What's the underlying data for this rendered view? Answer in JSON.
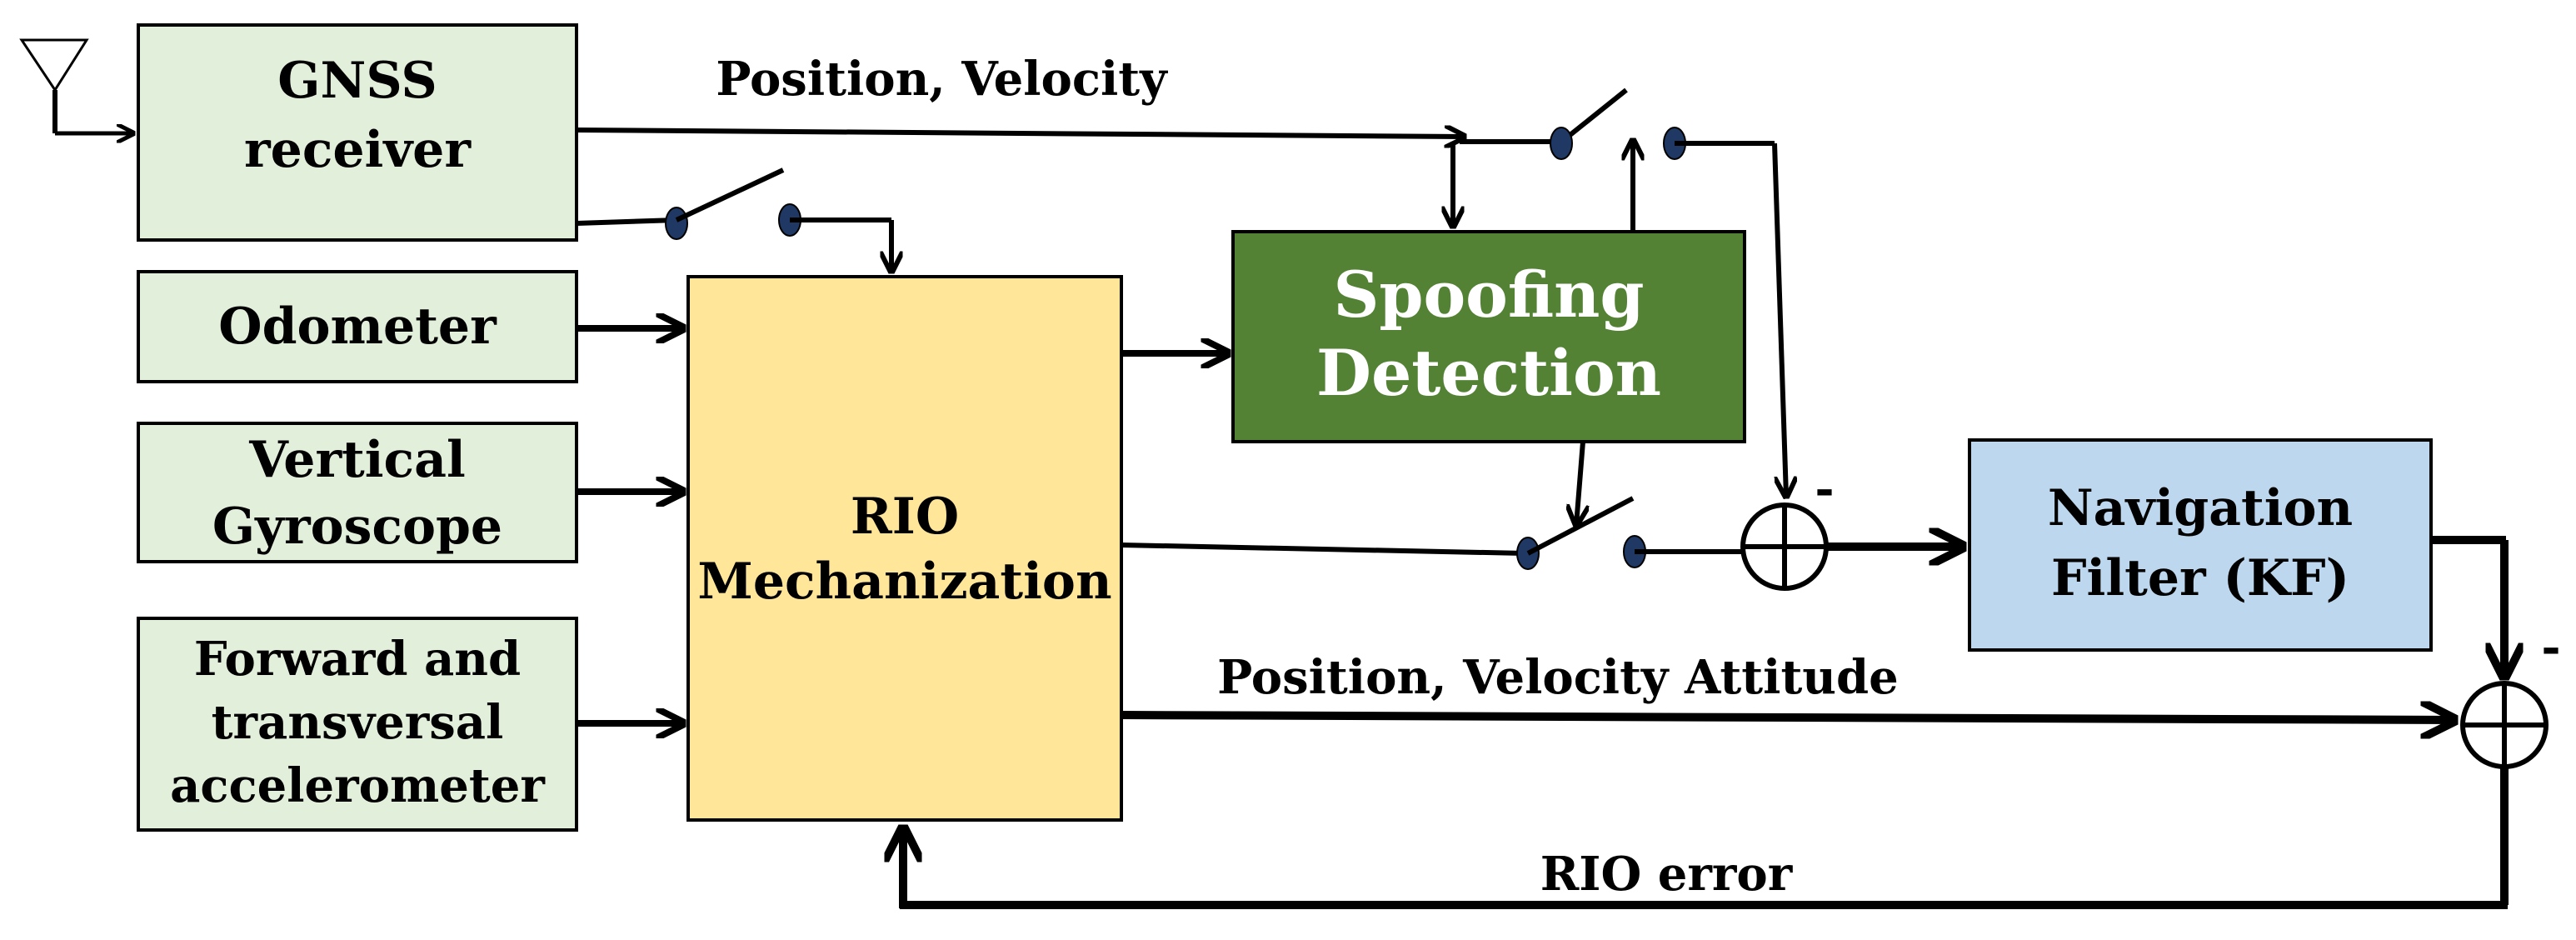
{
  "blocks": {
    "gnss": [
      "GNSS",
      "receiver"
    ],
    "odometer": [
      "Odometer"
    ],
    "gyro": [
      "Vertical",
      "Gyroscope"
    ],
    "accel": [
      "Forward and",
      "transversal",
      "accelerometer"
    ],
    "rio": [
      "RIO",
      "Mechanization"
    ],
    "spoof": [
      "Spoofing",
      "Detection"
    ],
    "nav": [
      "Navigation",
      "Filter (KF)"
    ]
  },
  "labels": {
    "gnss_out": "Position,  Velocity",
    "rio_out": "Position,  Velocity  Attitude",
    "feedback": "RIO error",
    "minus_1": "-",
    "minus_2": "-"
  },
  "colors": {
    "sensor_fill": "#e2efda",
    "rio_fill": "#ffe699",
    "spoof_fill": "#548235",
    "nav_fill": "#bdd7ee",
    "switch_contact": "#1f3864",
    "line": "#000000"
  }
}
